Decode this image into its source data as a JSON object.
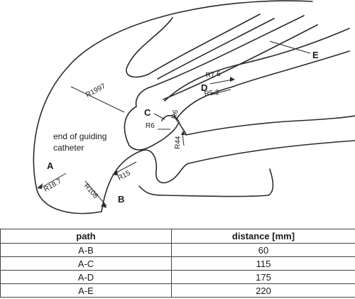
{
  "diagram": {
    "labels": {
      "A": "A",
      "B": "B",
      "C": "C",
      "D": "D",
      "E": "E",
      "r1997": "R1997",
      "r18_7": "R18.7",
      "r108": "R108",
      "r15": "R15",
      "r6_upper": "R6",
      "r6_lower": "R6",
      "r44": "R44",
      "r7_6": "R7.6",
      "r5_2": "R5.2",
      "note_line1": "end of guiding",
      "note_line2": "catheter"
    }
  },
  "table": {
    "headers": [
      "path",
      "distance [mm]"
    ],
    "rows": [
      [
        "A-B",
        "60"
      ],
      [
        "A-C",
        "115"
      ],
      [
        "A-D",
        "175"
      ],
      [
        "A-E",
        "220"
      ]
    ]
  }
}
